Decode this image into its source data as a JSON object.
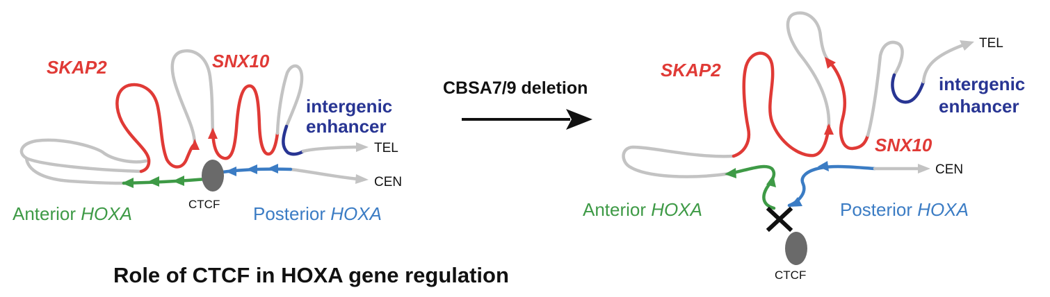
{
  "colors": {
    "gray": "#c3c3c3",
    "red": "#e03a36",
    "green": "#3e9a46",
    "blue": "#3b7cc4",
    "navy": "#283593",
    "ctcf": "#6a6a6a",
    "black": "#111111"
  },
  "left_panel": {
    "skap2": "SKAP2",
    "snx10": "SNX10",
    "enhancer_line1": "intergenic",
    "enhancer_line2": "enhancer",
    "tel": "TEL",
    "cen": "CEN",
    "ctcf": "CTCF",
    "anterior_prefix": "Anterior ",
    "anterior_gene": "HOXA",
    "posterior_prefix": "Posterior ",
    "posterior_gene": "HOXA"
  },
  "transition": {
    "label": "CBSA7/9 deletion"
  },
  "right_panel": {
    "skap2": "SKAP2",
    "snx10": "SNX10",
    "enhancer_line1": "intergenic",
    "enhancer_line2": "enhancer",
    "tel": "TEL",
    "cen": "CEN",
    "ctcf": "CTCF",
    "anterior_prefix": "Anterior ",
    "anterior_gene": "HOXA",
    "posterior_prefix": "Posterior ",
    "posterior_gene": "HOXA",
    "deletion_mark_icon": "cross-mark-icon"
  },
  "caption": "Role of CTCF in HOXA gene regulation"
}
